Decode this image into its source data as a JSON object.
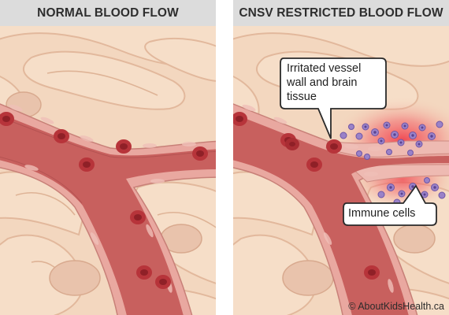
{
  "panels": {
    "left": {
      "title": "NORMAL BLOOD FLOW"
    },
    "right": {
      "title": "CNSV RESTRICTED BLOOD FLOW"
    }
  },
  "callouts": {
    "irritated": "Irritated vessel wall and brain tissue",
    "immune": "Immune cells"
  },
  "credit": "© AboutKidsHealth.ca",
  "colors": {
    "background_tissue": "#f3d7bf",
    "vessel_wall": "#e9a8a0",
    "blood": "#c8605e",
    "red_cell": "#b7343a",
    "immune_cell": "#9a82c8",
    "inflammation": "#f0424d",
    "title_bar": "#dcdcdc"
  }
}
